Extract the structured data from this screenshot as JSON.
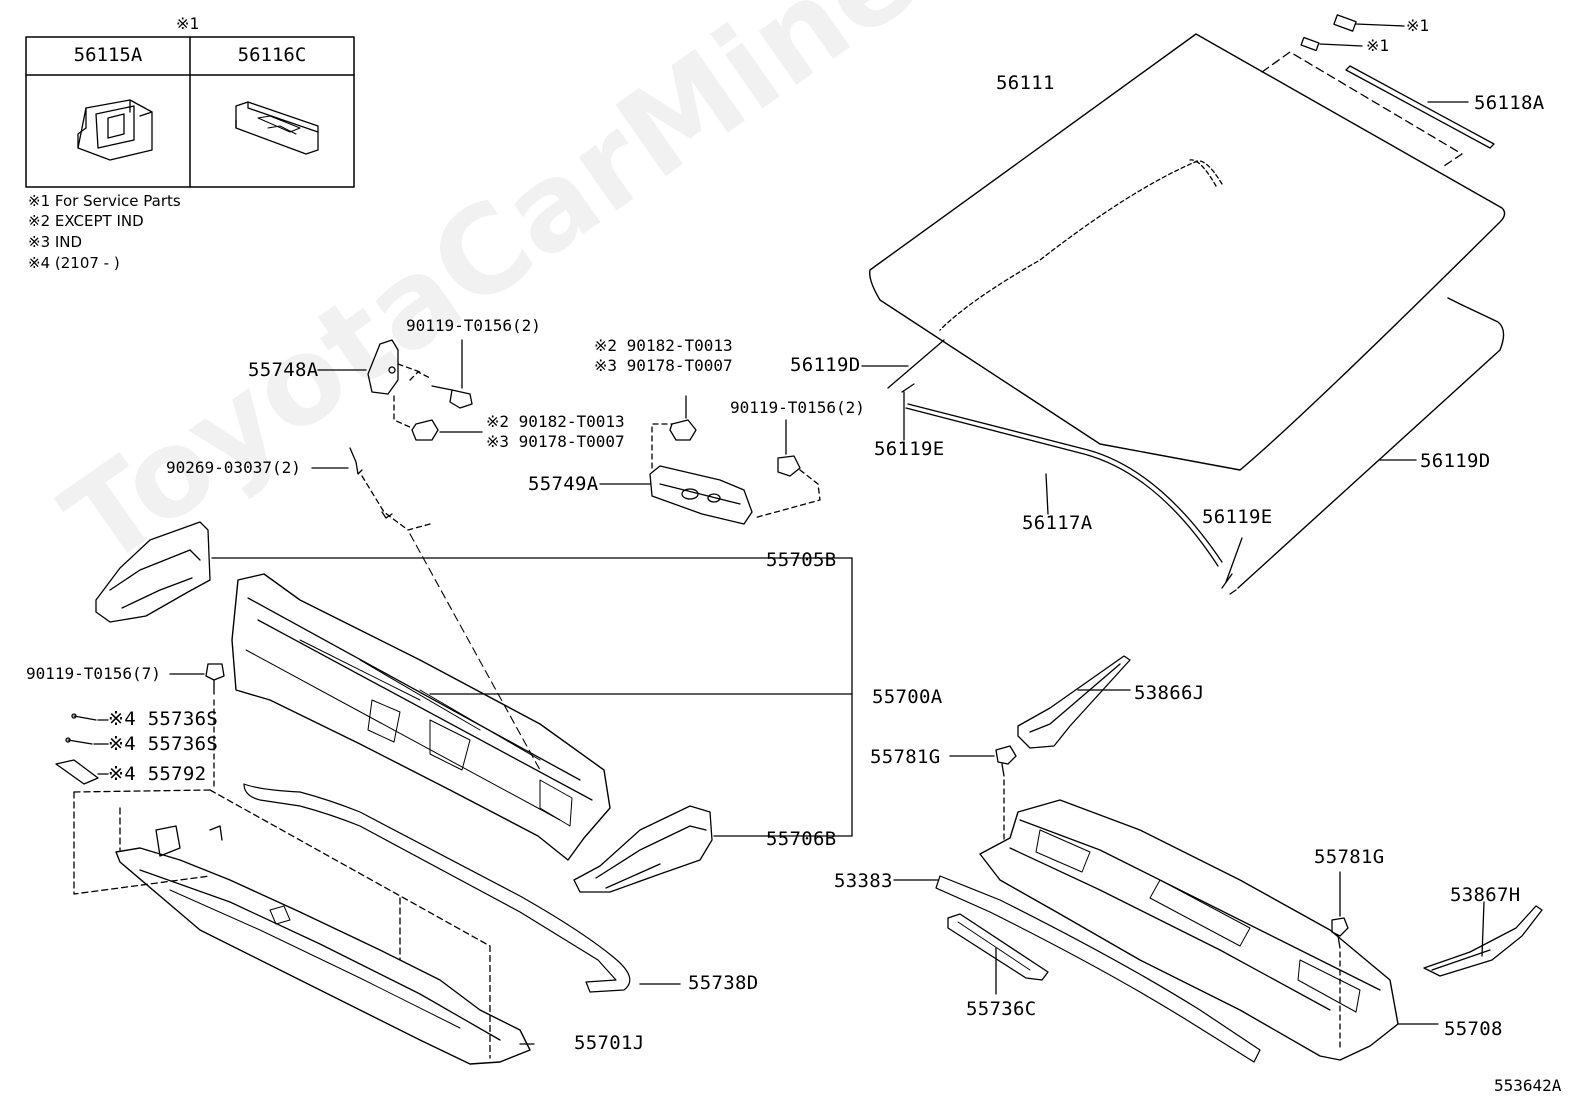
{
  "legend_table": {
    "top_mark": "※1",
    "col1": "56115A",
    "col2": "56116C"
  },
  "notes": [
    "※1 For Service Parts",
    "※2 EXCEPT IND",
    "※3 IND",
    "※4 (2107 -        )"
  ],
  "service_marks": [
    "※1",
    "※1"
  ],
  "labels": {
    "p56111": "56111",
    "p56118A": "56118A",
    "p56119D_a": "56119D",
    "p56119E_a": "56119E",
    "p56119D_b": "56119D",
    "p56117A": "56117A",
    "p56119E_b": "56119E",
    "p90119_a": "90119-T0156(2)",
    "p55748A": "55748A",
    "p90182_a": "※2 90182-T0013",
    "p90178_a": "※3 90178-T0007",
    "p90182_b": "※2 90182-T0013",
    "p90178_b": "※3 90178-T0007",
    "p90119_b": "90119-T0156(2)",
    "p90269": "90269-03037(2)",
    "p55749A": "55749A",
    "p55705B": "55705B",
    "p90119_c": "90119-T0156(7)",
    "p55736S_a": "※4 55736S",
    "p55736S_b": "※4 55736S",
    "p55792": "※4 55792",
    "p55700A": "55700A",
    "p55706B": "55706B",
    "p55738D": "55738D",
    "p55701J": "55701J",
    "p53866J": "53866J",
    "p55781G_a": "55781G",
    "p55781G_b": "55781G",
    "p53383": "53383",
    "p53867H": "53867H",
    "p55736C": "55736C",
    "p55708": "55708",
    "diagram_id": "553642A"
  },
  "watermark": "ToyotaCarMine.ru"
}
